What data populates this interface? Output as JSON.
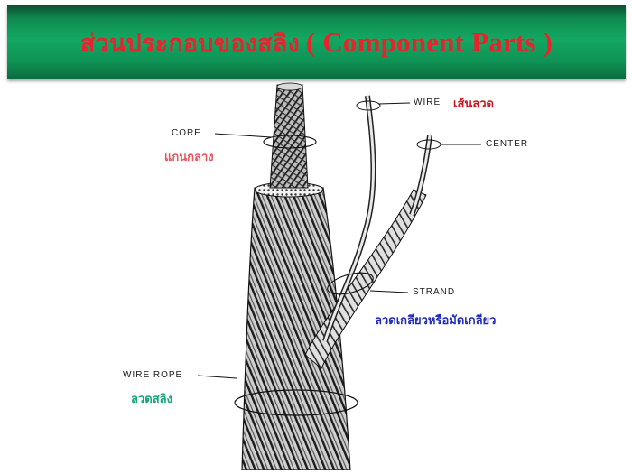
{
  "header": {
    "title_thai": "ส่วนประกอบของสลิง",
    "title_english": "( Component Parts )"
  },
  "labels": {
    "core": {
      "en": "CORE",
      "th": "แกนกลาง",
      "color": "#e8545c"
    },
    "wire": {
      "en": "WIRE",
      "th": "เส้นลวด",
      "color": "#c8141c"
    },
    "center": {
      "en": "CENTER"
    },
    "strand": {
      "en": "STRAND",
      "th": "ลวดเกลียวหรือมัดเกลียว",
      "color": "#1e2ab8"
    },
    "wire_rope": {
      "en": "WIRE ROPE",
      "th": "ลวดสลิง",
      "color": "#17a27a"
    }
  },
  "colors": {
    "header_green": "#13a862",
    "title_red": "#e8232b"
  }
}
